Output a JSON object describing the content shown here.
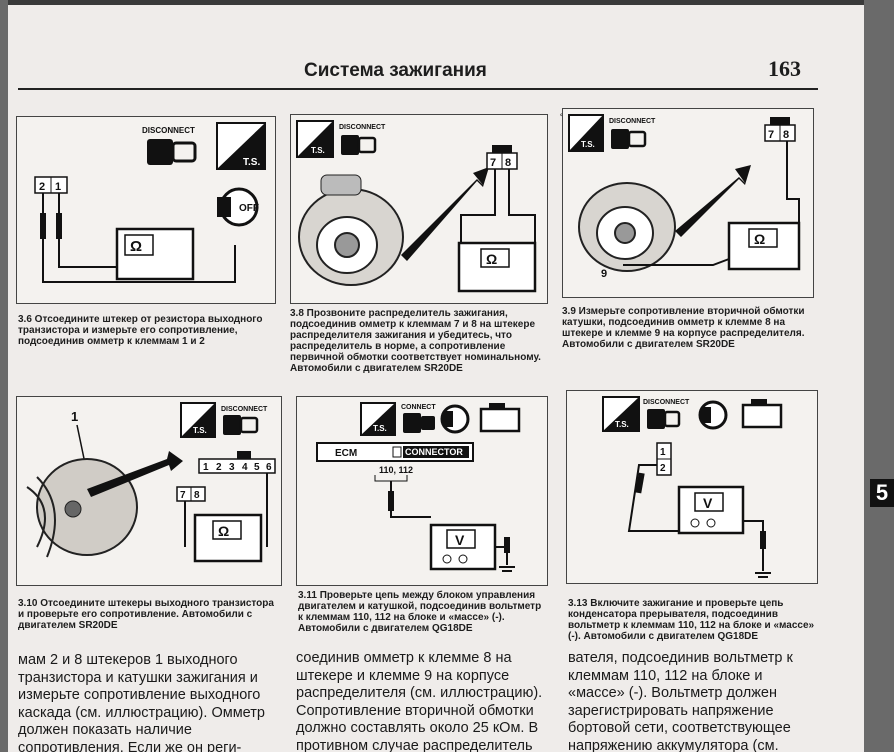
{
  "header": {
    "title": "Система зажигания",
    "page_number": "163"
  },
  "side_tab": "5",
  "labels": {
    "disconnect": "DISCONNECT",
    "connect": "CONNECT",
    "ts": "T.S.",
    "off": "OFF",
    "ohm": "Ω",
    "volt": "V",
    "ecm": "ECM",
    "connector": "CONNECTOR",
    "t_110_112": "110, 112",
    "t1": "1",
    "t2": "2",
    "t3": "3",
    "t4": "4",
    "t5": "5",
    "t6": "6",
    "t7": "7",
    "t8": "8",
    "t9": "9"
  },
  "captions": {
    "c36": "3.6 Отсоедините штекер от резистора выходного транзистора и измерьте его сопротивление, подсоединив омметр к клеммам 1 и 2",
    "c38": "3.8 Прозвоните распределитель зажигания, подсоединив омметр к клеммам 7 и 8 на штекере распределителя зажигания и убедитесь, что распределитель в норме, а сопротивление первичной обмотки соответствует номинальному. Автомобили с двигателем SR20DE",
    "c39": "3.9 Измерьте сопротивление вторичной обмотки катушки, подсоединив омметр к клемме 8 на штекере и клемме 9 на корпусе распределителя. Автомобили с двигателем SR20DE",
    "c310": "3.10 Отсоедините штекеры выходного транзистора и проверьте его сопротивление. Автомобили с двигателем SR20DE",
    "c311": "3.11 Проверьте цепь между блоком управления двигателем и катушкой, подсоединив вольтметр к клеммам 110, 112 на блоке и «массе» (-). Автомобили с двигателем QG18DE",
    "c313": "3.13 Включите зажигание и проверьте цепь конденсатора прерывателя, подсоединив вольтметр к клеммам 110, 112 на блоке и «массе» (-). Автомобили с двигателем QG18DE"
  },
  "body": {
    "col1": "мам 2 и 8 штекеров 1 выходного транзистора и катушки зажигания и измерьте сопротивление выходного каскада (см. иллюстрацию). Омметр должен показать наличие сопротивления. Если же он реги-",
    "col2": "соединив омметр к клемме 8 на штекере и клемме 9 на корпусе распределителя (см. иллюстрацию). Сопротивление вторичной обмотки должно составлять около 25 кОм. В противном случае распределитель подлежит замене.",
    "col3": "вателя, подсоединив вольтметр к клеммам 110, 112 на блоке и «массе» (-). Вольтметр должен зарегистрировать напряжение бортовой сети, соответствующее напряжению аккумулятора (см. иллюстрацию)."
  }
}
